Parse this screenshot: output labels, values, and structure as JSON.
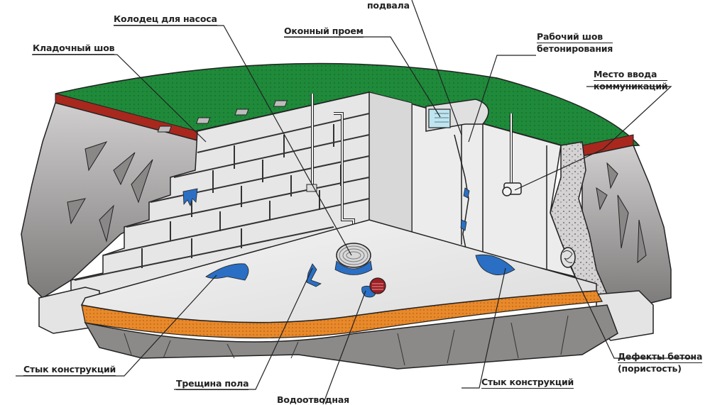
{
  "diagram": {
    "title": "Basement waterproofing problem areas",
    "colors": {
      "grass": "#1f8a3a",
      "soil_edge": "#a8281e",
      "rock": "#8f8c8c",
      "rock_light": "#c9c7c7",
      "block": "#e6e6e6",
      "wall": "#e9e9e9",
      "floor": "#efefef",
      "sand": "#e8892a",
      "leak": "#2a6fc4",
      "drain": "#9c1f24",
      "concrete_porous": "#cfcdcd"
    },
    "labels": {
      "masonry_seam": "Кладочный шов",
      "sump_well": "Колодец для насоса",
      "window_opening": "Оконный проем",
      "basement_partial": "подвала",
      "work_seam_line1": "Рабочий шов",
      "work_seam_line2": "бетонирования",
      "utility_entry_line1": "Место ввода",
      "utility_entry_line2": "коммуникаций",
      "joint_left": "Стык конструкций",
      "floor_crack": "Трещина пола",
      "drain_partial": "Водоотводная",
      "joint_right": "Стык конструкций",
      "concrete_defects_line1": "Дефекты бетона",
      "concrete_defects_line2": "(пористость)"
    }
  }
}
